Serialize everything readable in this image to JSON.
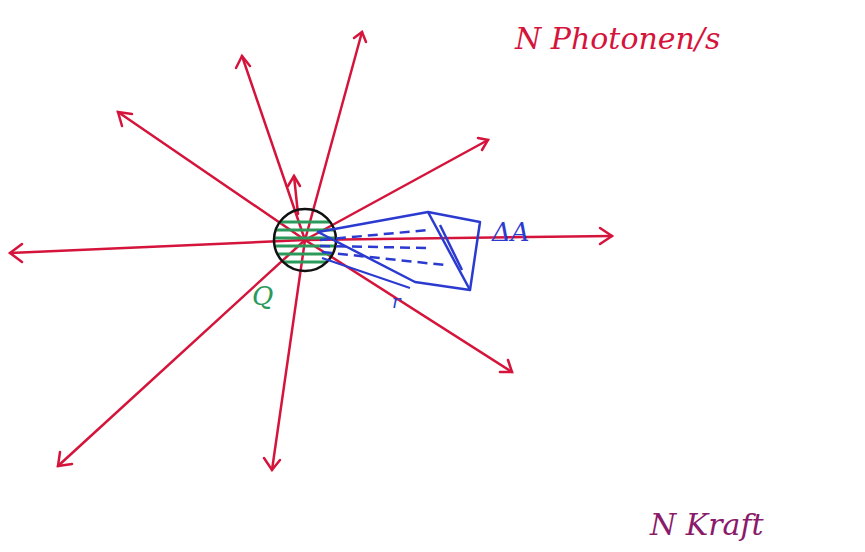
{
  "diagram": {
    "labels": [
      "N Photonen/s",
      "ΔA",
      "r",
      "Q",
      "N Kraft"
    ]
  }
}
